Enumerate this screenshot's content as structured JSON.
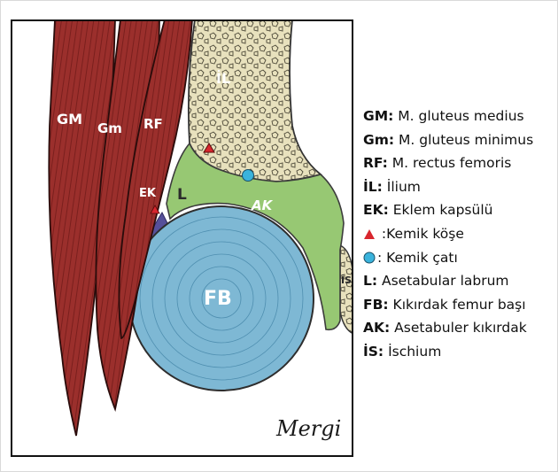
{
  "figure": {
    "colors": {
      "muscle": "#9b2f2c",
      "muscle_stripe": "#6d1c1a",
      "bone": "#e8e1bd",
      "bone_texture": "#3a3a2e",
      "cartilage_green": "#97c873",
      "femoral_head": "#7eb8d4",
      "capsule": "#56509a",
      "triangle": "#d8262e",
      "circle": "#3ab3dc"
    },
    "labels": {
      "gm": "GM",
      "gm_min": "Gm",
      "rf": "RF",
      "il": "İL",
      "ek": "EK",
      "l": "L",
      "ak": "AK",
      "fb": "FB",
      "is": "İS"
    },
    "signature": "Mergi"
  },
  "legend": [
    {
      "symbol": "",
      "abbr": "GM:",
      "text": " M. gluteus medius"
    },
    {
      "symbol": "",
      "abbr": "Gm:",
      "text": " M. gluteus minimus"
    },
    {
      "symbol": "",
      "abbr": "RF:",
      "text": " M. rectus femoris"
    },
    {
      "symbol": "",
      "abbr": "İL:",
      "text": " İlium"
    },
    {
      "symbol": "",
      "abbr": "EK:",
      "text": " Eklem kapsülü"
    },
    {
      "symbol": "triangle",
      "abbr": "",
      "text": " :Kemik köşe"
    },
    {
      "symbol": "circle",
      "abbr": "",
      "text": ": Kemik çatı"
    },
    {
      "symbol": "",
      "abbr": "L:",
      "text": " Asetabular labrum"
    },
    {
      "symbol": "",
      "abbr": "FB:",
      "text": " Kıkırdak femur başı"
    },
    {
      "symbol": "",
      "abbr": "AK:",
      "text": " Asetabuler kıkırdak"
    },
    {
      "symbol": "",
      "abbr": "İS:",
      "text": " İschium"
    }
  ]
}
